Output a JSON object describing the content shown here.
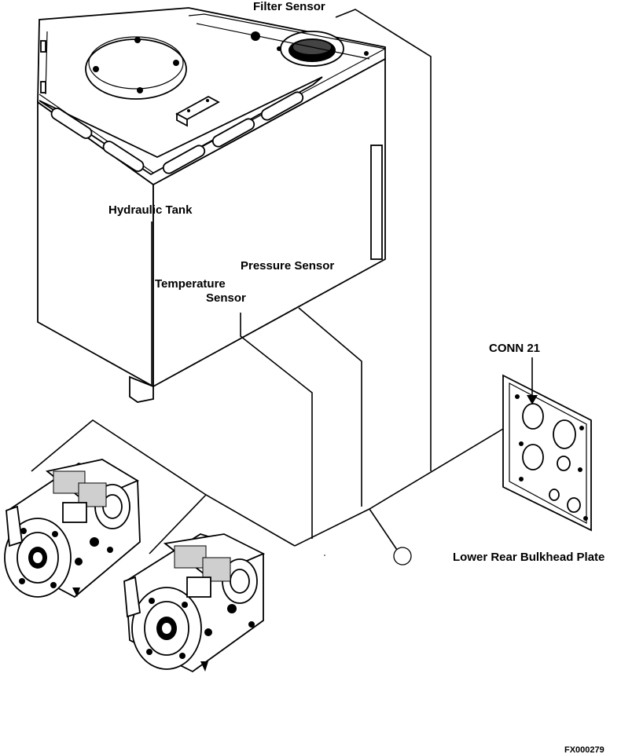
{
  "labels": {
    "filter_sensor": "Filter Sensor",
    "hydraulic_tank": "Hydraulic Tank",
    "pressure_sensor": "Pressure Sensor",
    "temperature_sensor_line1": "Temperature",
    "temperature_sensor_line2": "Sensor",
    "conn": "CONN 21",
    "bulkhead_plate": "Lower Rear Bulkhead Plate"
  },
  "figure_id": "FX000279",
  "icons": [
    "hydraulic-tank-drawing",
    "hydraulic-pump-drawing",
    "bulkhead-plate-drawing",
    "connector-arrow-icon"
  ]
}
